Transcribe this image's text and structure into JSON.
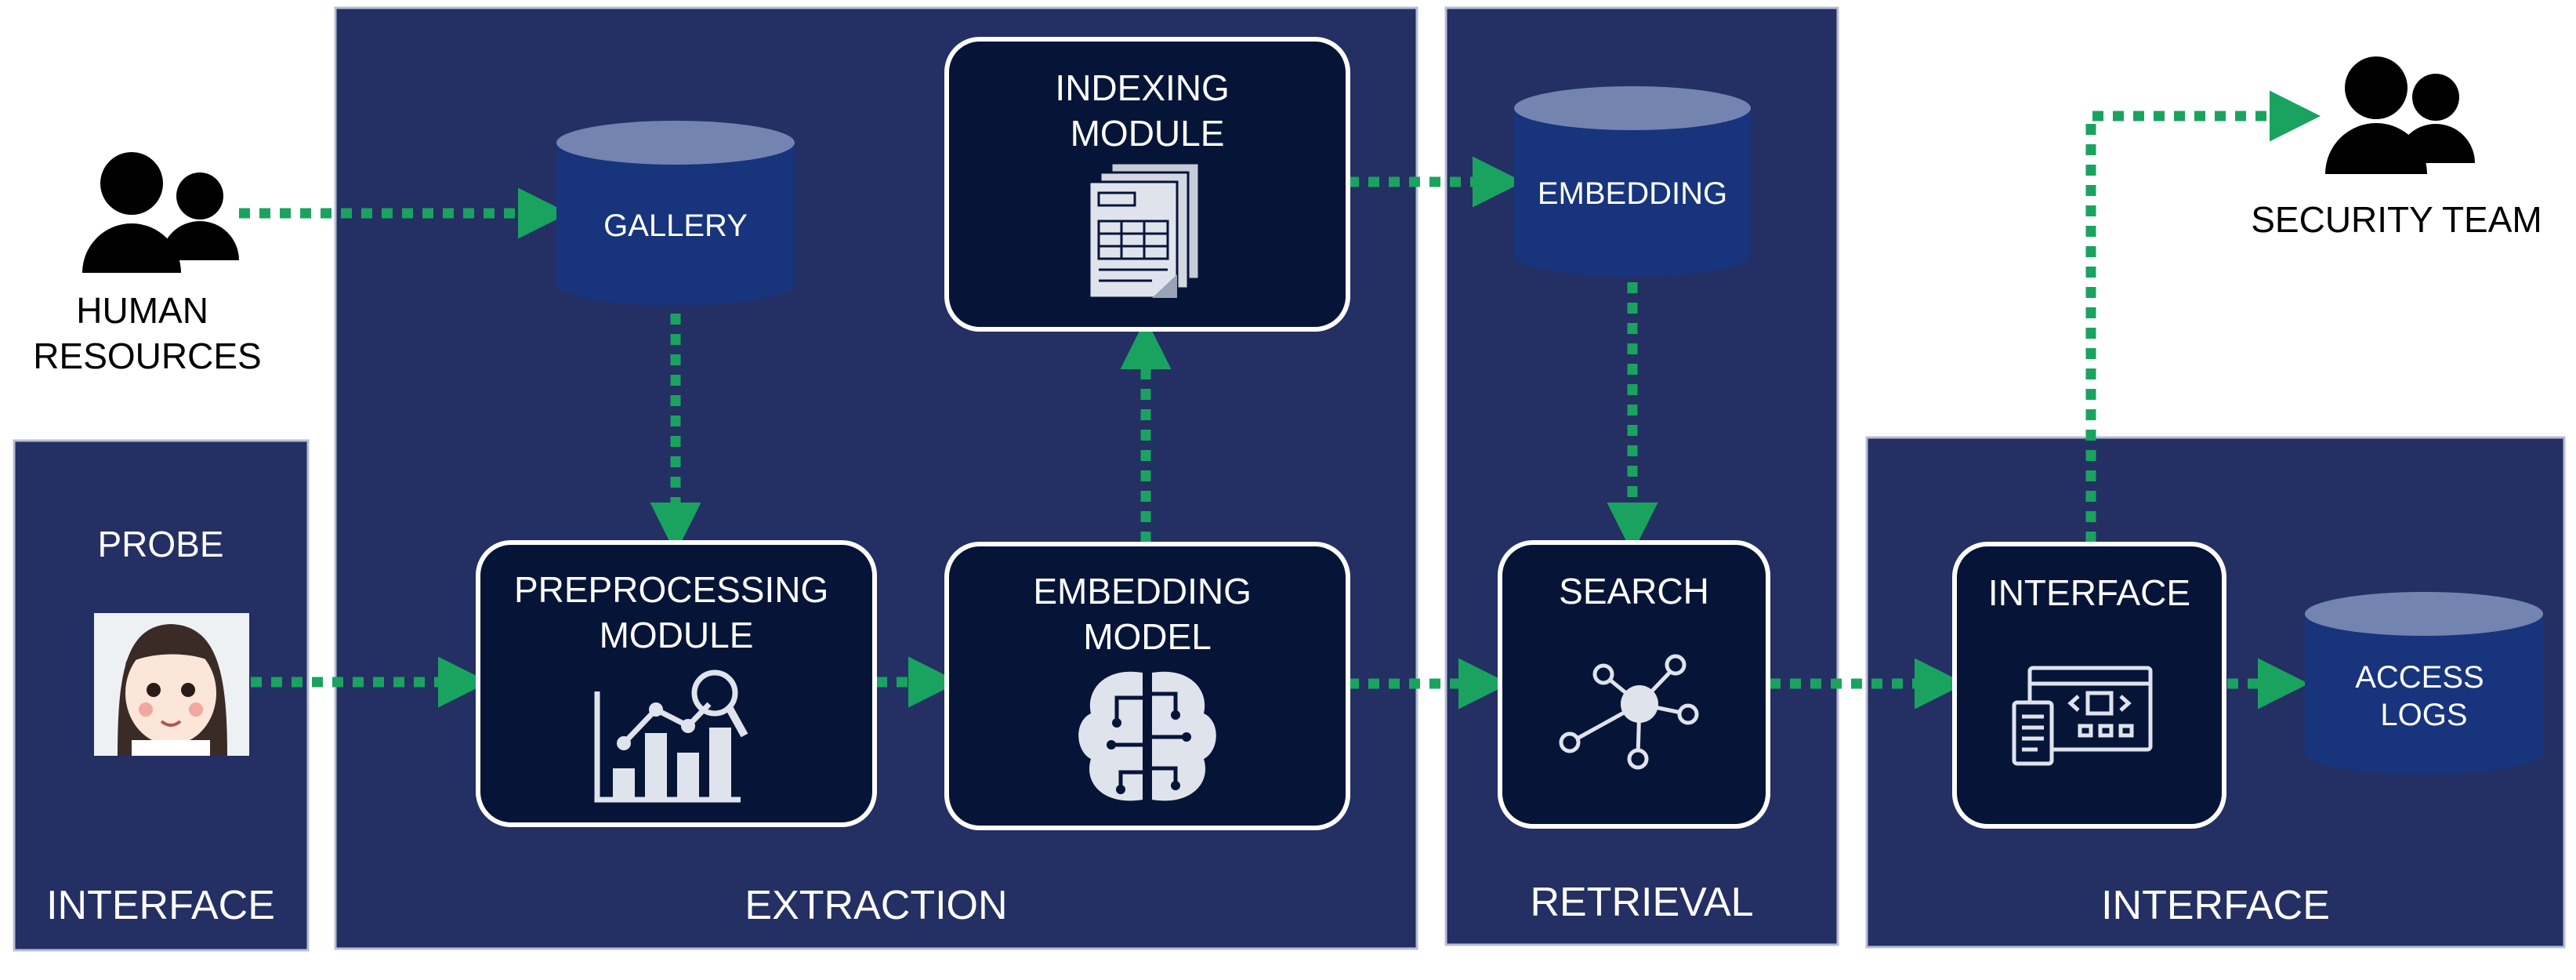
{
  "colors": {
    "panel_fill": "#242f64",
    "panel_border": "#b7bdd3",
    "module_fill": "#061537",
    "module_border": "#ffffff",
    "cylinder_body": "#17347c",
    "cylinder_top": "#7484b0",
    "connector": "#1aa35f",
    "person": "#000000"
  },
  "panels": {
    "interface_left": "INTERFACE",
    "extraction": "EXTRACTION",
    "retrieval": "RETRIEVAL",
    "interface_right": "INTERFACE"
  },
  "actors": {
    "human_resources": [
      "HUMAN",
      "RESOURCES"
    ],
    "security_team": "SECURITY TEAM"
  },
  "probe": {
    "label": "PROBE",
    "image_icon": "face-portrait-icon"
  },
  "modules": {
    "preprocessing": {
      "lines": [
        "PREPROCESSING",
        "MODULE"
      ],
      "icon": "analytics-chart-icon"
    },
    "embedding_model": {
      "lines": [
        "EMBEDDING",
        "MODEL"
      ],
      "icon": "brain-circuit-icon"
    },
    "indexing": {
      "lines": [
        "INDEXING",
        "MODULE"
      ],
      "icon": "documents-table-icon"
    },
    "search": {
      "lines": [
        "SEARCH"
      ],
      "icon": "network-hub-icon"
    },
    "interface": {
      "lines": [
        "INTERFACE"
      ],
      "icon": "app-window-icon"
    }
  },
  "stores": {
    "gallery": [
      "GALLERY"
    ],
    "embedding": [
      "EMBEDDING"
    ],
    "access_logs": [
      "ACCESS",
      "LOGS"
    ]
  }
}
